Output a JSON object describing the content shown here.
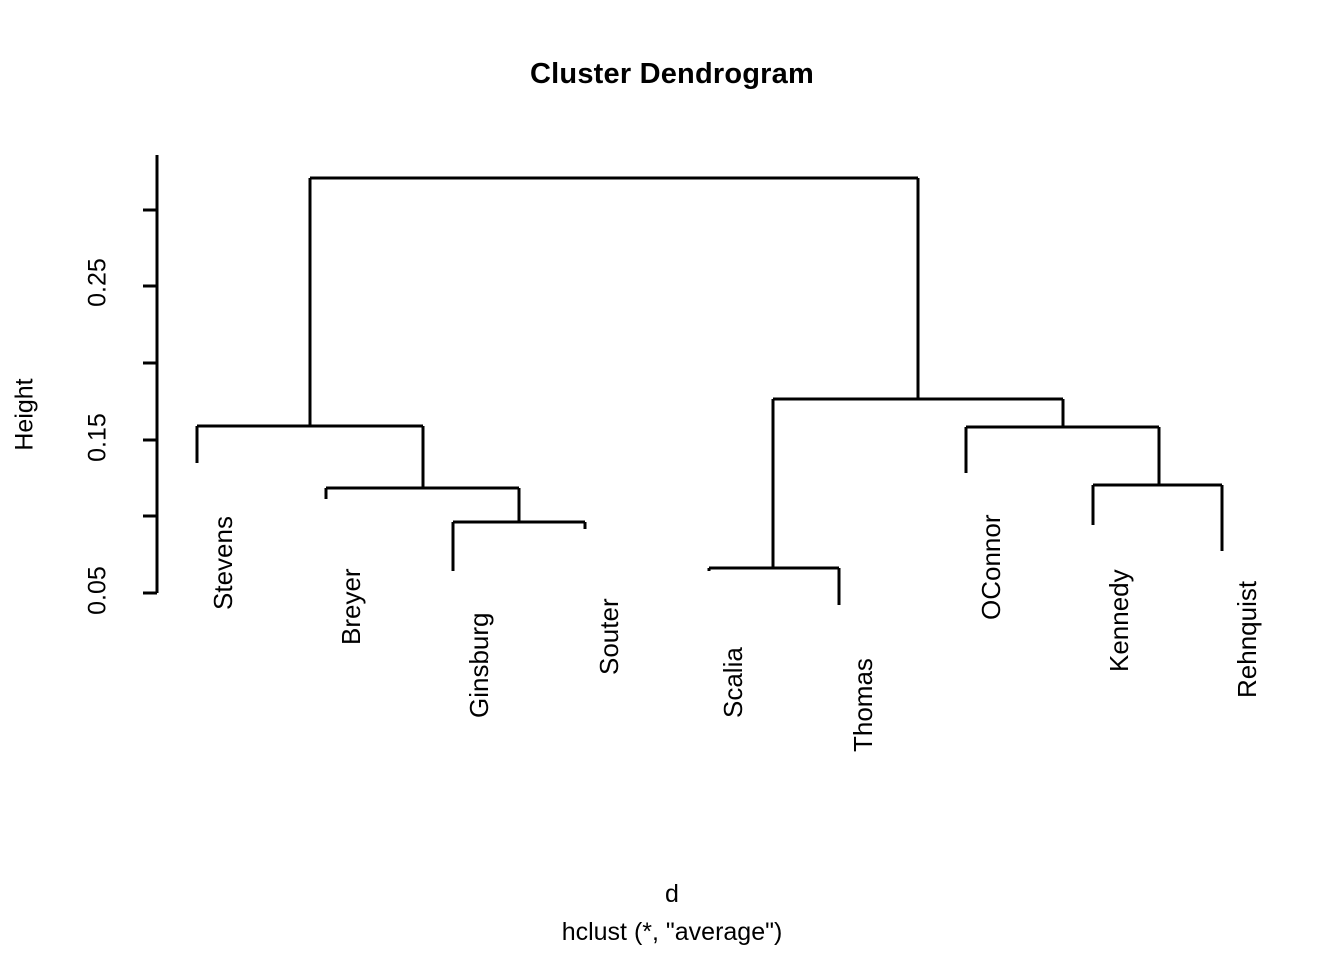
{
  "title": "Cluster Dendrogram",
  "ylabel": "Height",
  "xlabel_variable": "d",
  "xlabel_method": "hclust (*, \"average\")",
  "axis": {
    "labeled_ticks": [
      "0.05",
      "0.15",
      "0.25"
    ],
    "tick_values": [
      0.05,
      0.1,
      0.15,
      0.2,
      0.25,
      0.3
    ],
    "labels": {
      "t005": "0.05",
      "t015": "0.15",
      "t025": "0.25"
    }
  },
  "leaves": [
    {
      "label": "Stevens"
    },
    {
      "label": "Breyer"
    },
    {
      "label": "Ginsburg"
    },
    {
      "label": "Souter"
    },
    {
      "label": "Scalia"
    },
    {
      "label": "Thomas"
    },
    {
      "label": "OConnor"
    },
    {
      "label": "Kennedy"
    },
    {
      "label": "Rehnquist"
    }
  ],
  "colors": {
    "line": "#000000",
    "background": "#ffffff",
    "text": "#000000"
  },
  "chart_data": {
    "type": "dendrogram",
    "title": "Cluster Dendrogram",
    "xlabel": "d",
    "sub": "hclust (*, \"average\")",
    "ylabel": "Height",
    "ylim": [
      0.05,
      0.33
    ],
    "grid": false,
    "legend": "none",
    "method": "average",
    "distance_object": "d",
    "tick_labels": [
      "0.05",
      "0.15",
      "0.25"
    ],
    "tick_positions": [
      0.05,
      0.1,
      0.15,
      0.2,
      0.25,
      0.3
    ],
    "leaf_order": [
      "Stevens",
      "Breyer",
      "Ginsburg",
      "Souter",
      "Scalia",
      "Thomas",
      "OConnor",
      "Kennedy",
      "Rehnquist"
    ],
    "merges": [
      {
        "id": "m1",
        "left": "Scalia",
        "right": "Thomas",
        "height": 0.066
      },
      {
        "id": "m2",
        "left": "Ginsburg",
        "right": "Souter",
        "height": 0.096
      },
      {
        "id": "m3",
        "left": "Breyer",
        "right": "m2",
        "height": 0.119
      },
      {
        "id": "m4",
        "left": "Kennedy",
        "right": "Rehnquist",
        "height": 0.121
      },
      {
        "id": "m5",
        "left": "OConnor",
        "right": "m4",
        "height": 0.158
      },
      {
        "id": "m6",
        "left": "Stevens",
        "right": "m3",
        "height": 0.159
      },
      {
        "id": "m7",
        "left": "m1",
        "right": "m5",
        "height": 0.177
      },
      {
        "id": "m8",
        "left": "m6",
        "right": "m7",
        "height": 0.321
      }
    ],
    "clusters": {
      "liberal_bloc": [
        "Stevens",
        "Breyer",
        "Ginsburg",
        "Souter"
      ],
      "conservative_bloc": [
        "Scalia",
        "Thomas",
        "OConnor",
        "Kennedy",
        "Rehnquist"
      ]
    }
  }
}
